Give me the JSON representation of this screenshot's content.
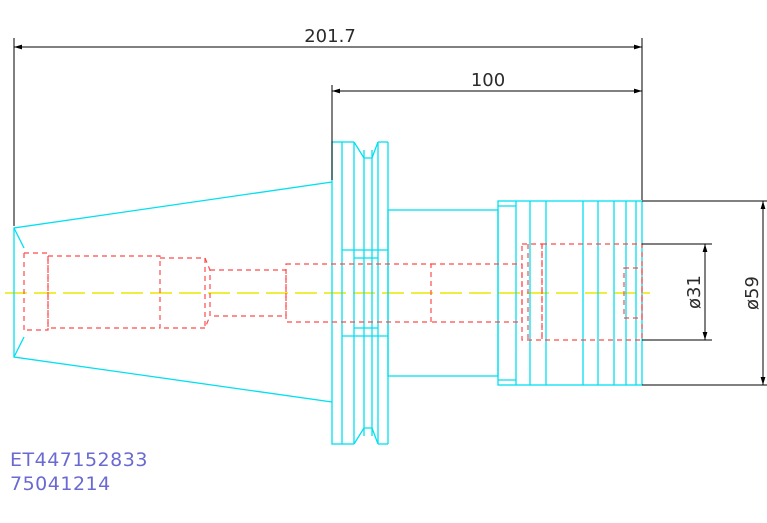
{
  "dimensions": {
    "overall_length": "201.7",
    "flange_to_end": "100",
    "inner_diameter": "ø31",
    "outer_diameter": "ø59"
  },
  "part_codes": {
    "line1": "ET447152833",
    "line2": "75041214"
  },
  "colors": {
    "outline": "#00e0f0",
    "hidden": "#ff4a4a",
    "centerline": "#e8e800",
    "dimension": "#000000",
    "code_text": "#6a6ad2"
  }
}
